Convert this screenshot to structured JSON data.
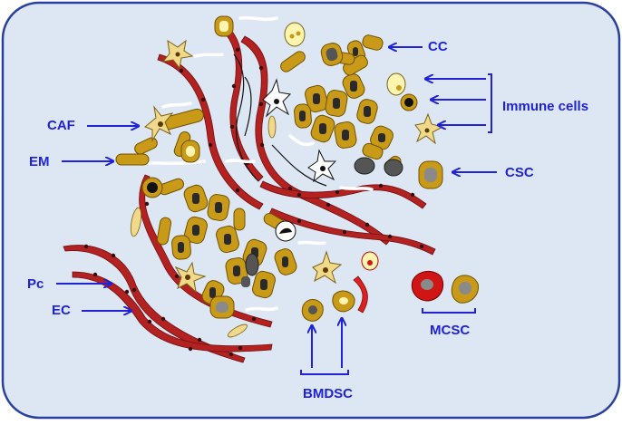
{
  "labels": {
    "cc": "CC",
    "immune": "Immune cells",
    "caf": "CAF",
    "em": "EM",
    "csc": "CSC",
    "pc": "Pc",
    "ec": "EC",
    "mcsc": "MCSC",
    "bmdsc": "BMDSC"
  },
  "colors": {
    "background": "#dde6f3",
    "frame": "#2b3f9e",
    "arrow": "#1f22d6",
    "vessel": "#b32121",
    "cancer_cell": "#c99a18",
    "dark_core": "#2a2a2a",
    "stem_core": "#8a8a8a",
    "pericyte": "#f0d98a",
    "matrix": "#ffffff"
  }
}
